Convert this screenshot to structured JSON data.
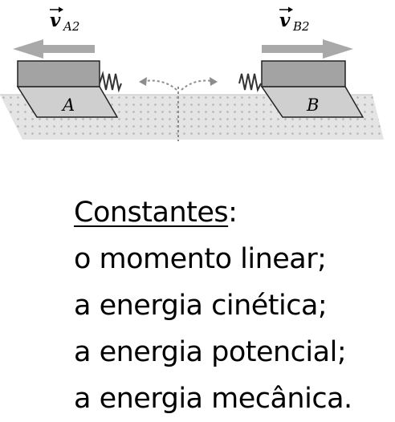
{
  "diagram": {
    "block_a_label": "A",
    "block_b_label": "B",
    "velocity_a": {
      "symbol": "v",
      "subscript": "A2",
      "direction": "left"
    },
    "velocity_b": {
      "symbol": "v",
      "subscript": "B2",
      "direction": "right"
    },
    "colors": {
      "arrow": "#a9a9a9",
      "block_top": "#a3a3a3",
      "block_body": "#cfcfcf",
      "floor": "#e4e4e4",
      "floor_dots": "#b4b4b4",
      "spring": "#333333",
      "dotted_lines": "#8c8c8c"
    }
  },
  "text": {
    "heading": "Constantes",
    "heading_suffix": ":",
    "lines": [
      "o momento linear;",
      "a energia cinética;",
      "a energia potencial;",
      "a energia mecânica."
    ]
  }
}
